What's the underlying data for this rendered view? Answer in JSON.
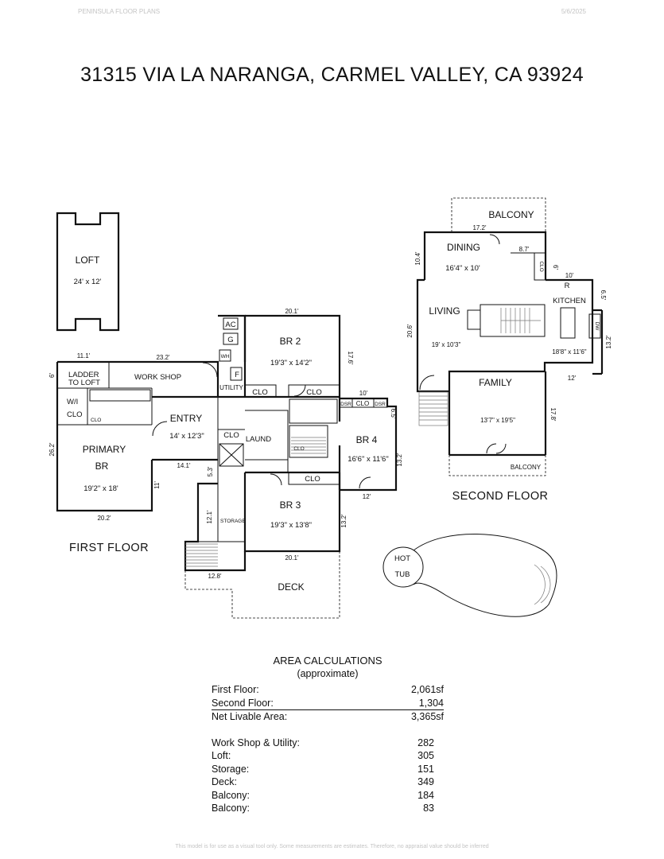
{
  "header": {
    "company": "PENINSULA FLOOR PLANS",
    "date": "5/6/2025"
  },
  "title": "31315 VIA LA NARANGA, CARMEL VALLEY, CA  93924",
  "first_floor": {
    "label": "FIRST FLOOR",
    "loft": {
      "name": "LOFT",
      "size": "24' x 12'"
    },
    "primary": {
      "name1": "PRIMARY",
      "name2": "BR",
      "size": "19'2\" x 18'"
    },
    "wi_closet": {
      "l1": "W/I",
      "l2": "CLO"
    },
    "ladder": {
      "l1": "LADDER",
      "l2": "TO LOFT"
    },
    "workshop": "WORK SHOP",
    "entry": {
      "name": "ENTRY",
      "size": "14' x 12'3\""
    },
    "br2": {
      "name": "BR 2",
      "size": "19'3\" x 14'2\""
    },
    "br3": {
      "name": "BR 3",
      "size": "19'3\" x 13'8\""
    },
    "br4": {
      "name": "BR 4",
      "size": "16'6\" x 11'6\""
    },
    "utility": "UTILITY",
    "laundry": "LAUND",
    "storage": "STORAGE",
    "deck": "DECK",
    "hot_tub": {
      "l1": "HOT",
      "l2": "TUB"
    },
    "closet": "CLO",
    "dsr": "DSR",
    "ac": "AC",
    "g": "G",
    "f": "F",
    "wh": "WH",
    "dims": {
      "d111": "11.1'",
      "d232": "23.2'",
      "d6": "6'",
      "d262": "26.2'",
      "d202": "20.2'",
      "d141": "14.1'",
      "d11": "11'",
      "d53": "5.3'",
      "d121": "12.1'",
      "d128": "12.8'",
      "d201a": "20.1'",
      "d176": "17.6'",
      "d10": "10'",
      "d65": "6.5'",
      "d132": "13.2'",
      "d12": "12'",
      "d132b": "13.2'",
      "d201b": "20.1'"
    }
  },
  "second_floor": {
    "label": "SECOND FLOOR",
    "balcony": "BALCONY",
    "dining": {
      "name": "DINING",
      "size": "16'4\" x 10'"
    },
    "living": {
      "name": "LIVING",
      "size": "19' x 10'3\""
    },
    "kitchen": {
      "name": "KITCHEN",
      "size": "18'8\" x 11'6\""
    },
    "family": {
      "name": "FAMILY",
      "size": "13'7\" x 19'5\""
    },
    "closet": "CLO",
    "r": "R",
    "dw": "DW",
    "dims": {
      "d172": "17.2'",
      "d104": "10.4'",
      "d87": "8.7'",
      "d6": "6'",
      "d10": "10'",
      "d65": "6.5'",
      "d206": "20.6'",
      "d132": "13.2'",
      "d12": "12'",
      "d178": "17.8'"
    }
  },
  "area": {
    "title": "AREA CALCULATIONS",
    "subtitle": "(approximate)",
    "rows_top": [
      {
        "label": "First Floor:",
        "value": "2,061sf"
      },
      {
        "label": "Second Floor:",
        "value": "1,304"
      },
      {
        "label": "Net Livable Area:",
        "value": "3,365sf"
      }
    ],
    "rows_bottom": [
      {
        "label": "Work Shop & Utility:",
        "value": "282"
      },
      {
        "label": "Loft:",
        "value": "305"
      },
      {
        "label": "Storage:",
        "value": "151"
      },
      {
        "label": "Deck:",
        "value": "349"
      },
      {
        "label": "Balcony:",
        "value": "184"
      },
      {
        "label": "Balcony:",
        "value": "83"
      }
    ]
  },
  "footer": "This model is for use as a visual tool only. Some measurements are estimates. Therefore, no appraisal value should be inferred"
}
